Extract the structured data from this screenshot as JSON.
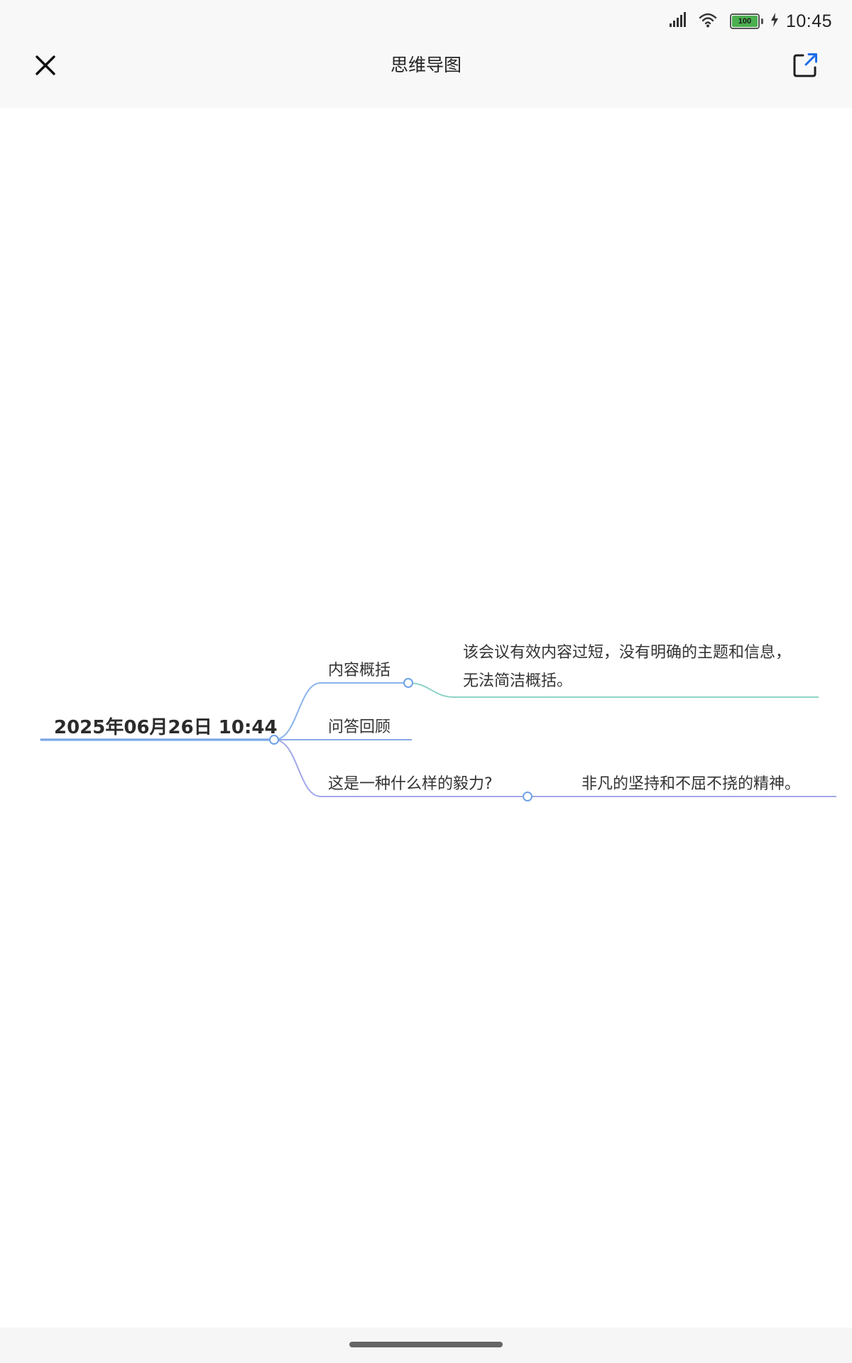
{
  "status_bar": {
    "time": "10:45",
    "battery_level": "100",
    "battery_fraction": 1.0
  },
  "header": {
    "title": "思维导图",
    "close_icon": "close-icon",
    "share_icon": "share-icon"
  },
  "mindmap": {
    "root": "2025年06月26日 10:44",
    "branches": [
      {
        "label": "内容概括",
        "child": "该会议有效内容过短，没有明确的主题和信息，无法简洁概括。"
      },
      {
        "label": "问答回顾"
      },
      {
        "label": "这是一种什么样的毅力?",
        "child": "非凡的坚持和不屈不挠的精神。"
      }
    ],
    "colors": {
      "root_line": "#7aa6e8",
      "branch1_line": "#8ab4ec",
      "branch1_leaf_line": "#8fd3c7",
      "branch2_line": "#8aa8e6",
      "branch3_line": "#a4a8ea",
      "node_circle": "#6fa3e6"
    }
  }
}
